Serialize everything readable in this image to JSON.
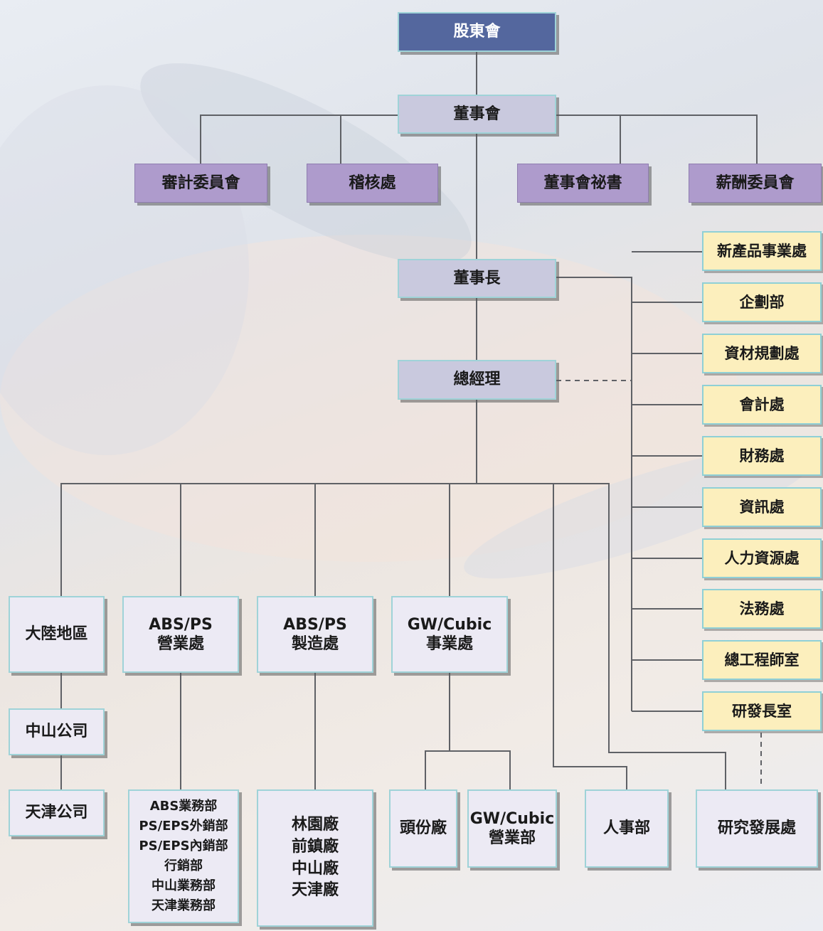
{
  "shareholders": "股東會",
  "board": "董事會",
  "audit_committee": "審計委員會",
  "internal_audit": "稽核處",
  "board_secretary": "董事會祕書",
  "compensation_committee": "薪酬委員會",
  "chairman": "董事長",
  "general_manager": "總經理",
  "staff_units": [
    "新產品事業處",
    "企劃部",
    "資材規劃處",
    "會計處",
    "財務處",
    "資訊處",
    "人力資源處",
    "法務處",
    "總工程師室",
    "研發長室"
  ],
  "mainland": "大陸地區",
  "zhongshan_company": "中山公司",
  "tianjin_company": "天津公司",
  "abs_sales": {
    "line1": "ABS/PS",
    "line2": "營業處"
  },
  "abs_mfg": {
    "line1": "ABS/PS",
    "line2": "製造處"
  },
  "gw_division": {
    "line1": "GW/Cubic",
    "line2": "事業處"
  },
  "sales_depts": [
    "ABS業務部",
    "PS/EPS外銷部",
    "PS/EPS內銷部",
    "行銷部",
    "中山業務部",
    "天津業務部"
  ],
  "plants": [
    "林園廠",
    "前鎮廠",
    "中山廠",
    "天津廠"
  ],
  "toufen_plant": "頭份廠",
  "gw_sales": {
    "line1": "GW/Cubic",
    "line2": "營業部"
  },
  "hr_dept": "人事部",
  "rd_division": "研究發展處"
}
